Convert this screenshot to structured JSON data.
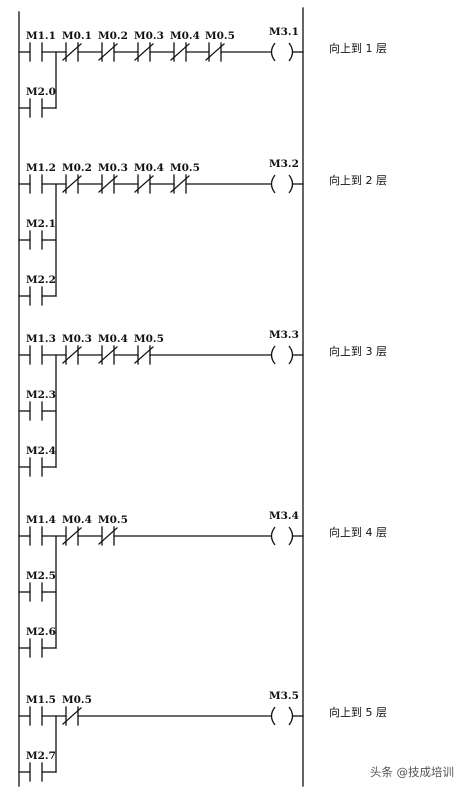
{
  "rungs": [
    {
      "contacts": [
        {
          "addr": "M1.1",
          "type": "NO"
        },
        {
          "addr": "M0.1",
          "type": "NC"
        },
        {
          "addr": "M0.2",
          "type": "NC"
        },
        {
          "addr": "M0.3",
          "type": "NC"
        },
        {
          "addr": "M0.4",
          "type": "NC"
        },
        {
          "addr": "M0.5",
          "type": "NC"
        }
      ],
      "branches": [
        {
          "addr": "M2.0",
          "type": "NO"
        }
      ],
      "coil": "M3.1",
      "comment": "向上到 1 层"
    },
    {
      "contacts": [
        {
          "addr": "M1.2",
          "type": "NO"
        },
        {
          "addr": "M0.2",
          "type": "NC"
        },
        {
          "addr": "M0.3",
          "type": "NC"
        },
        {
          "addr": "M0.4",
          "type": "NC"
        },
        {
          "addr": "M0.5",
          "type": "NC"
        }
      ],
      "branches": [
        {
          "addr": "M2.1",
          "type": "NO"
        },
        {
          "addr": "M2.2",
          "type": "NO"
        }
      ],
      "coil": "M3.2",
      "comment": "向上到 2 层"
    },
    {
      "contacts": [
        {
          "addr": "M1.3",
          "type": "NO"
        },
        {
          "addr": "M0.3",
          "type": "NC"
        },
        {
          "addr": "M0.4",
          "type": "NC"
        },
        {
          "addr": "M0.5",
          "type": "NC"
        }
      ],
      "branches": [
        {
          "addr": "M2.3",
          "type": "NO"
        },
        {
          "addr": "M2.4",
          "type": "NO"
        }
      ],
      "coil": "M3.3",
      "comment": "向上到 3 层"
    },
    {
      "contacts": [
        {
          "addr": "M1.4",
          "type": "NO"
        },
        {
          "addr": "M0.4",
          "type": "NC"
        },
        {
          "addr": "M0.5",
          "type": "NC"
        }
      ],
      "branches": [
        {
          "addr": "M2.5",
          "type": "NO"
        },
        {
          "addr": "M2.6",
          "type": "NO"
        }
      ],
      "coil": "M3.4",
      "comment": "向上到 4 层"
    },
    {
      "contacts": [
        {
          "addr": "M1.5",
          "type": "NO"
        },
        {
          "addr": "M0.5",
          "type": "NC"
        }
      ],
      "branches": [
        {
          "addr": "M2.7",
          "type": "NO"
        }
      ],
      "coil": "M3.5",
      "comment": "向上到 5 层"
    }
  ],
  "watermark": "头条 @技成培训"
}
